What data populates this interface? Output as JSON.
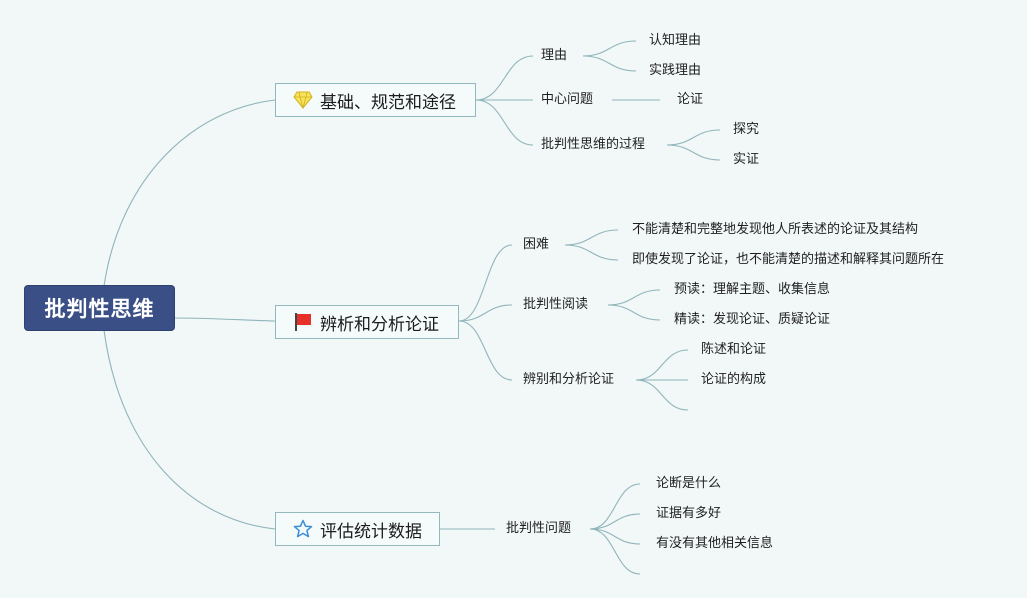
{
  "root": {
    "label": "批判性思维"
  },
  "branches": [
    {
      "label": "基础、规范和途径",
      "icon": "diamond-icon",
      "children": [
        {
          "label": "理由",
          "children": [
            "认知理由",
            "实践理由"
          ]
        },
        {
          "label": "中心问题",
          "children": [
            "论证"
          ]
        },
        {
          "label": "批判性思维的过程",
          "children": [
            "探究",
            "实证"
          ]
        }
      ]
    },
    {
      "label": "辨析和分析论证",
      "icon": "red-flag-icon",
      "children": [
        {
          "label": "困难",
          "children": [
            "不能清楚和完整地发现他人所表述的论证及其结构",
            "即使发现了论证，也不能清楚的描述和解释其问题所在"
          ]
        },
        {
          "label": "批判性阅读",
          "children": [
            "预读：理解主题、收集信息",
            "精读：发现论证、质疑论证"
          ]
        },
        {
          "label": "辨别和分析论证",
          "children": [
            "陈述和论证",
            "论证的构成",
            ""
          ]
        }
      ]
    },
    {
      "label": "评估统计数据",
      "icon": "star-outline-icon",
      "children": [
        {
          "label": "批判性问题",
          "children": [
            "论断是什么",
            "证据有多好",
            "有没有其他相关信息",
            ""
          ]
        }
      ]
    }
  ],
  "colors": {
    "root_fill": "#3a4f86",
    "link": "#8fb5ba",
    "node_border": "#93b9bf",
    "background": "#f2f7f8"
  }
}
